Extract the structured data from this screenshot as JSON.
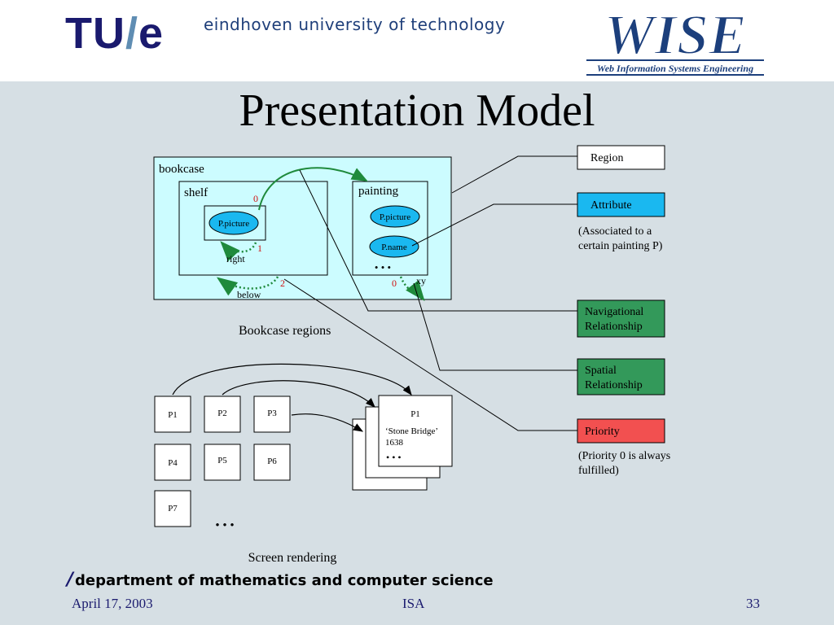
{
  "header": {
    "logo_tu": "TU",
    "logo_slash": "/",
    "logo_e": "e",
    "university": "eindhoven university of technology",
    "wise_logo_text": "WISE",
    "wise_subtitle": "Web Information Systems Engineering"
  },
  "title": "Presentation Model",
  "diagram": {
    "bookcase": "bookcase",
    "shelf": "shelf",
    "painting": "painting",
    "p_picture_1": "P.picture",
    "p_picture_2": "P.picture",
    "p_name": "P.name",
    "dots_1": "• • •",
    "num_0a": "0",
    "num_1": "1",
    "num_2": "2",
    "num_0b": "0",
    "right": "right",
    "below": "below",
    "xy": "xy",
    "bookcase_regions": "Bookcase regions",
    "tiles": [
      "P1",
      "P2",
      "P3",
      "P4",
      "P5",
      "P6",
      "P7"
    ],
    "dots_2": "• • •",
    "card_title": "P1",
    "card_line1": "‘Stone Bridge’",
    "card_line2": "1638",
    "card_dots": "• • •",
    "screen_rendering": "Screen rendering"
  },
  "legend": {
    "region": "Region",
    "attribute": "Attribute",
    "attribute_note_1": "(Associated to a",
    "attribute_note_2": "certain painting P)",
    "nav_1": "Navigational",
    "nav_2": "Relationship",
    "spatial_1": "Spatial",
    "spatial_2": "Relationship",
    "priority": "Priority",
    "priority_note_1": "(Priority 0 is always",
    "priority_note_2": "fulfilled)"
  },
  "colors": {
    "region_fill": "#ffffff",
    "attribute_fill": "#1ab8f0",
    "nav_fill": "#33995a",
    "spatial_fill": "#33995a",
    "priority_fill": "#f25050",
    "bookcase_fill": "#ccfcff",
    "ellipse_fill": "#1ab8f0"
  },
  "footer": {
    "slash": "/",
    "department": "department of mathematics and computer science",
    "date": "April 17, 2003",
    "center": "ISA",
    "page": "33"
  }
}
